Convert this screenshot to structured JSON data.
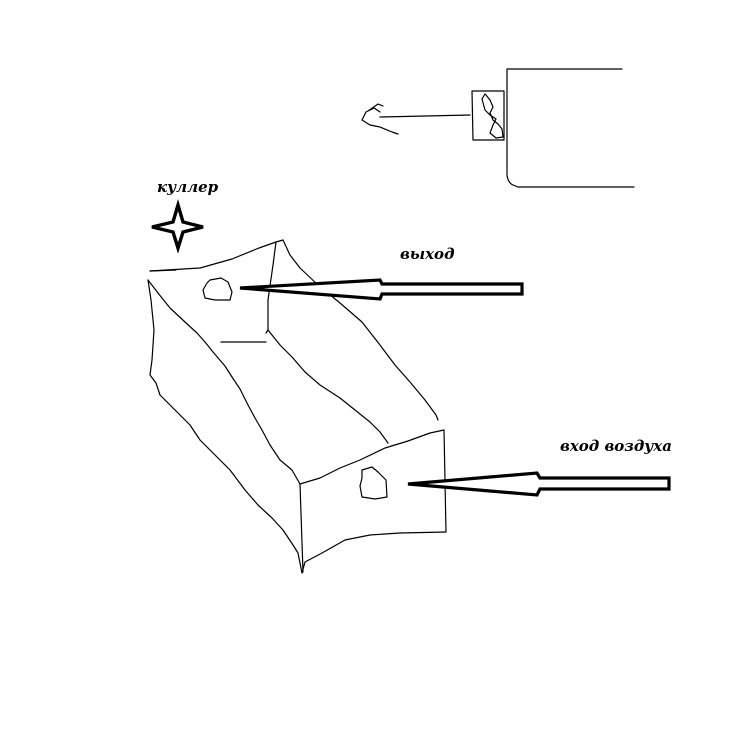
{
  "labels": {
    "cooler": "куллер",
    "outlet": "выход",
    "air_inlet": "вход воздуха"
  },
  "icons": {
    "cooler_marker": "four-point-star-icon"
  },
  "colors": {
    "background": "#ffffff",
    "ink": "#000000"
  }
}
